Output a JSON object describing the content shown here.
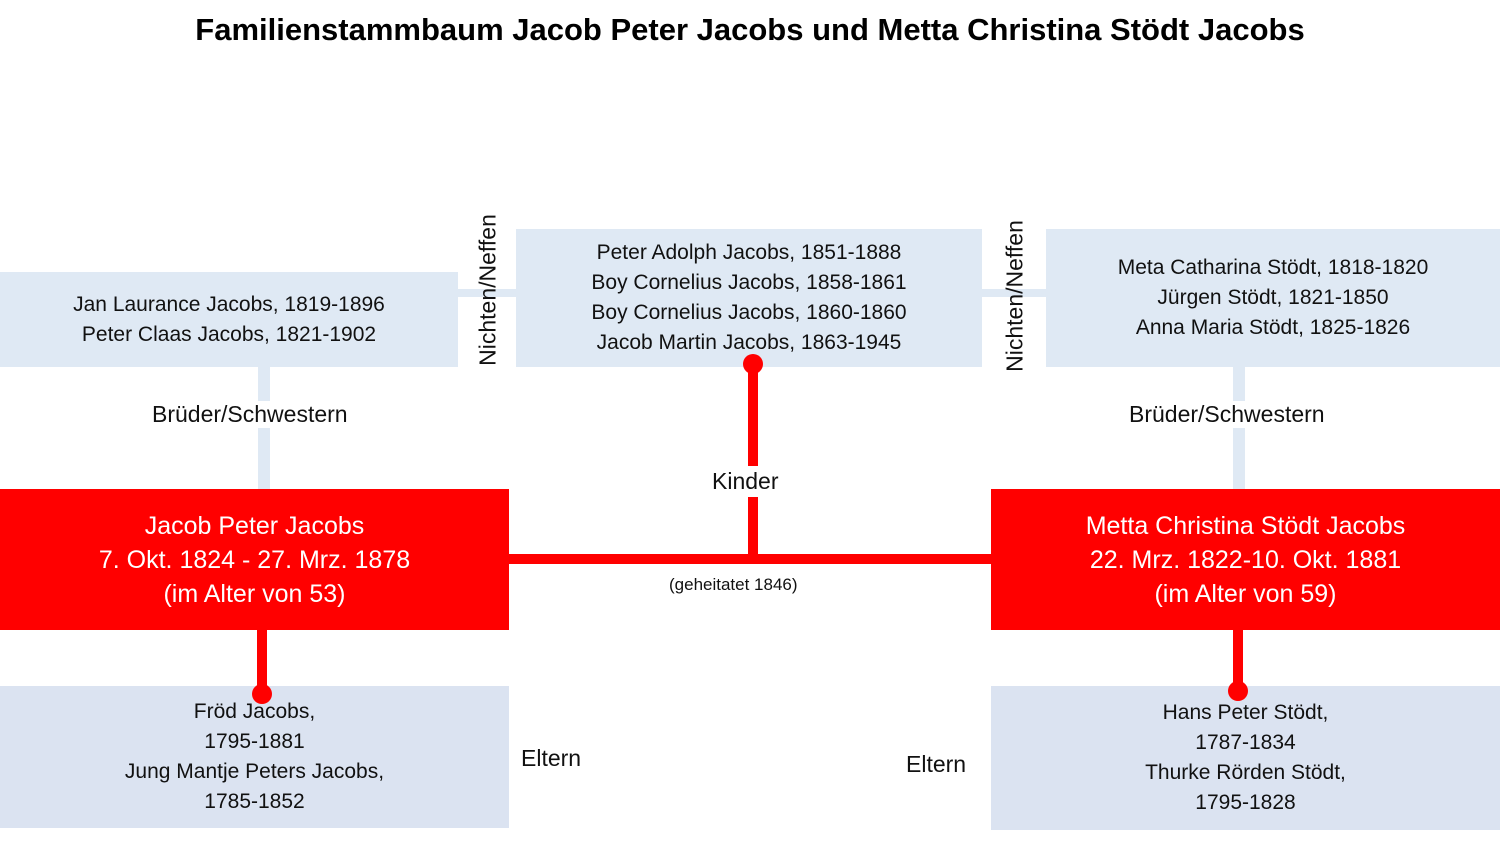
{
  "title": "Familienstammbaum Jacob Peter Jacobs und Metta Christina Stödt Jacobs",
  "left_siblings": {
    "lines": [
      "Jan Laurance Jacobs, 1819-1896",
      "Peter Claas Jacobs, 1821-1902"
    ],
    "label": "Brüder/Schwestern"
  },
  "children": {
    "lines": [
      "Peter Adolph Jacobs, 1851-1888",
      "Boy Cornelius Jacobs, 1858-1861",
      "Boy Cornelius Jacobs, 1860-1860",
      "Jacob Martin Jacobs, 1863-1945"
    ],
    "label": "Kinder"
  },
  "right_siblings": {
    "lines": [
      "Meta Catharina Stödt, 1818-1820",
      "Jürgen Stödt, 1821-1850",
      "Anna Maria Stödt, 1825-1826"
    ],
    "label": "Brüder/Schwestern"
  },
  "nieces_label_left": "Nichten/Neffen",
  "nieces_label_right": "Nichten/Neffen",
  "husband": {
    "lines": [
      "Jacob Peter Jacobs",
      "7. Okt. 1824 - 27. Mrz. 1878",
      "(im Alter von 53)"
    ]
  },
  "wife": {
    "lines": [
      "Metta Christina Stödt Jacobs",
      "22. Mrz. 1822-10. Okt. 1881",
      "(im Alter von 59)"
    ]
  },
  "marriage_label": "(geheitatet 1846)",
  "husband_parents": {
    "lines": [
      "Fröd Jacobs,",
      "1795-1881",
      "Jung Mantje Peters Jacobs,",
      "1785-1852"
    ],
    "label": "Eltern"
  },
  "wife_parents": {
    "lines": [
      "Hans Peter Stödt,",
      "1787-1834",
      "Thurke Rörden Stödt,",
      "1795-1828"
    ],
    "label": "Eltern"
  },
  "colors": {
    "main_box": "#ff0000",
    "connector": "#ff0000",
    "light_box": "#dfe9f4",
    "parents_box": "#dbe3f1"
  }
}
